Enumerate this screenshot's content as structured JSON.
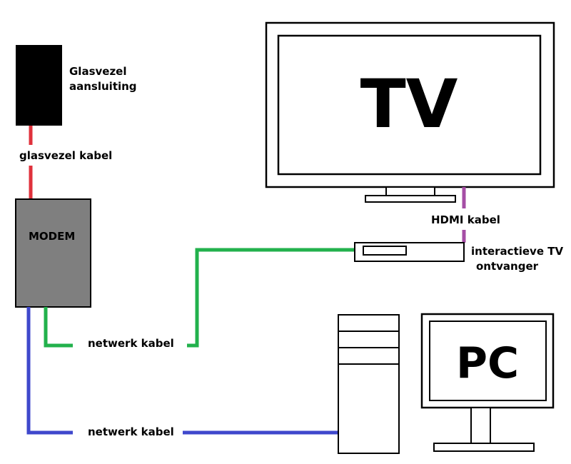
{
  "labels": {
    "glasvezel_line1": "Glasvezel",
    "glasvezel_line2": "aansluiting",
    "glasvezel_kabel": "glasvezel kabel",
    "modem": "MODEM",
    "tv": "TV",
    "hdmi_kabel": "HDMI kabel",
    "ontvanger_line1": "interactieve TV",
    "ontvanger_line2": "ontvanger",
    "netwerk_kabel_1": "netwerk kabel",
    "netwerk_kabel_2": "netwerk kabel",
    "pc": "PC"
  },
  "colors": {
    "fiber_cable": "#e0323c",
    "hdmi_cable": "#a54ea5",
    "network_green": "#22b14c",
    "network_blue": "#3f48cc",
    "modem_fill": "#7f7f7f",
    "fiber_box": "#000000"
  }
}
